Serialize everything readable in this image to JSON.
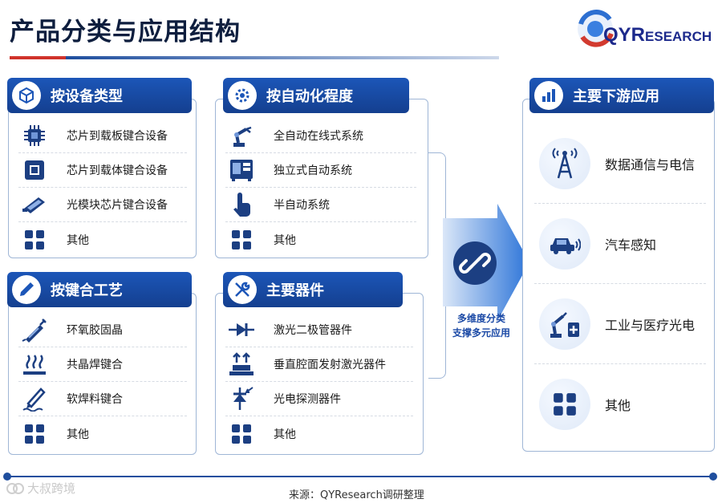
{
  "title": "产品分类与应用结构",
  "logo": {
    "text_big": "QYR",
    "text_small": "ESEARCH"
  },
  "cards": {
    "equipment": {
      "header": "按设备类型",
      "items": [
        "芯片到载板键合设备",
        "芯片到载体键合设备",
        "光模块芯片键合设备",
        "其他"
      ]
    },
    "automation": {
      "header": "按自动化程度",
      "items": [
        "全自动在线式系统",
        "独立式自动系统",
        "半自动系统",
        "其他"
      ]
    },
    "process": {
      "header": "按键合工艺",
      "items": [
        "环氧胶固晶",
        "共晶焊键合",
        "软焊料键合",
        "其他"
      ]
    },
    "devices": {
      "header": "主要器件",
      "items": [
        "激光二极管器件",
        "垂直腔面发射激光器件",
        "光电探测器件",
        "其他"
      ]
    }
  },
  "center": {
    "caption_line1": "多维度分类",
    "caption_line2": "支撑多元应用"
  },
  "downstream": {
    "header": "主要下游应用",
    "items": [
      "数据通信与电信",
      "汽车感知",
      "工业与医疗光电",
      "其他"
    ]
  },
  "source": "来源：QYResearch调研整理",
  "watermark": "大叔跨境",
  "colors": {
    "primary": "#1c56b8",
    "accent": "#d0332b",
    "border": "#9fb6d6"
  }
}
